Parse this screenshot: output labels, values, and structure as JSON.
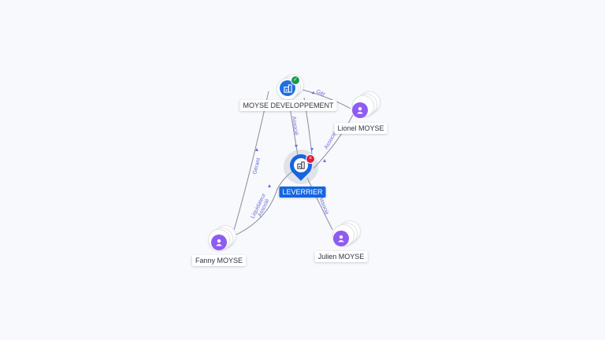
{
  "nodes": {
    "moyse_dev": {
      "label": "MOYSE DEVELOPPEMENT",
      "icon": "building-icon",
      "status": "active",
      "status_icon": "check-icon"
    },
    "leverrier": {
      "label": "LEVERRIER",
      "icon": "building-icon",
      "status": "closed",
      "status_icon": "close-icon"
    },
    "lionel": {
      "label": "Lionel MOYSE",
      "icon": "user-icon"
    },
    "fanny": {
      "label": "Fanny MOYSE",
      "icon": "user-icon"
    },
    "julien": {
      "label": "Julien MOYSE",
      "icon": "user-icon"
    }
  },
  "edges": {
    "moyse_leverrier": "Associé",
    "lionel_moyse": "Gér",
    "lionel_leverrier": "Associé",
    "fanny_moyse": "Gérant",
    "fanny_leverrier_1": "Liquidateur",
    "fanny_leverrier_2": "Associé",
    "julien_leverrier": "Associé"
  },
  "colors": {
    "person": "#8e5cf0",
    "company": "#1f6fe0",
    "active_badge": "#1a9a4c",
    "closed_badge": "#d81e3c",
    "edge_label": "#6a6fd6"
  }
}
